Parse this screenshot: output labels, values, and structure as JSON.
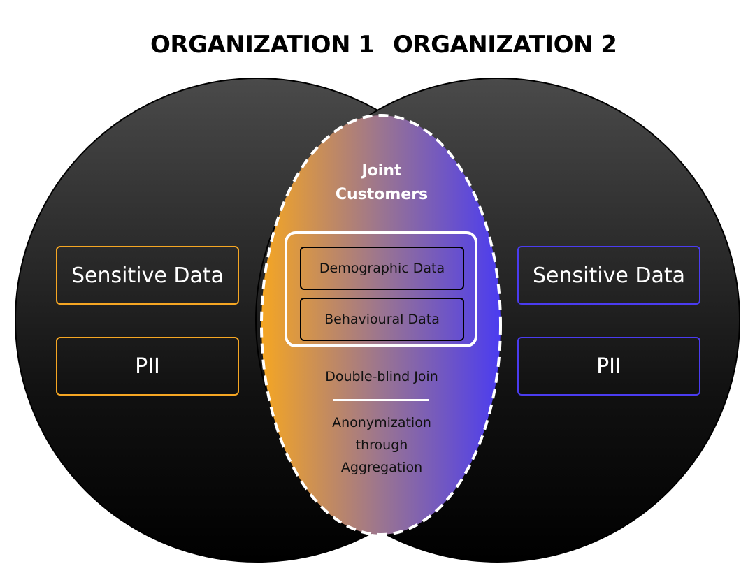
{
  "organizations": [
    {
      "title": "ORGANIZATION 1",
      "color": "#f5a623",
      "boxes": [
        "Sensitive Data",
        "PII"
      ]
    },
    {
      "title": "ORGANIZATION 2",
      "color": "#4b3cf0",
      "boxes": [
        "Sensitive Data",
        "PII"
      ]
    }
  ],
  "joint": {
    "title_line1": "Joint",
    "title_line2": "Customers",
    "data_boxes": [
      "Demographic Data",
      "Behavioural Data"
    ],
    "join_label": "Double-blind Join",
    "anonymization_lines": [
      "Anonymization",
      "through",
      "Aggregation"
    ],
    "gradient_start": "#f5a623",
    "gradient_end": "#4b3cf0"
  }
}
